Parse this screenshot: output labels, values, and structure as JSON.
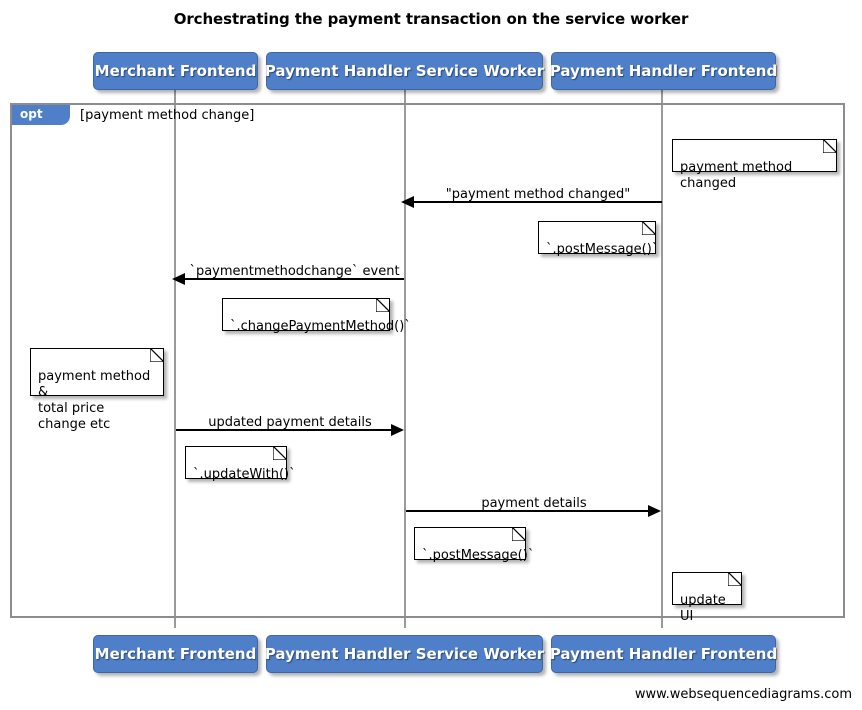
{
  "diagram": {
    "title": "Orchestrating the payment transaction on the service worker",
    "footer": "www.websequencediagrams.com",
    "accent_color": "#4f7fc8",
    "frame_border_color": "#8d8d8d",
    "lifeline_color": "#9a9a9a"
  },
  "actors": [
    {
      "id": "merchant-frontend",
      "label": "Merchant Frontend"
    },
    {
      "id": "payment-handler-service-worker",
      "label": "Payment Handler Service Worker"
    },
    {
      "id": "payment-handler-frontend",
      "label": "Payment Handler Frontend"
    }
  ],
  "fragment": {
    "kind": "opt",
    "condition": "[payment method change]"
  },
  "messages": [
    {
      "id": "msg-payment-method-changed",
      "label": "\"payment method changed\"",
      "from": "payment-handler-frontend",
      "to": "payment-handler-service-worker",
      "direction": "left"
    },
    {
      "id": "msg-paymentmethodchange-event",
      "label": "`paymentmethodchange` event",
      "from": "payment-handler-service-worker",
      "to": "merchant-frontend",
      "direction": "left"
    },
    {
      "id": "msg-updated-payment-details",
      "label": "updated payment details",
      "from": "merchant-frontend",
      "to": "payment-handler-service-worker",
      "direction": "right"
    },
    {
      "id": "msg-payment-details",
      "label": "payment details",
      "from": "payment-handler-service-worker",
      "to": "payment-handler-frontend",
      "direction": "right"
    }
  ],
  "notes": [
    {
      "id": "note-payment-method-changed",
      "text": "payment method changed"
    },
    {
      "id": "note-postmessage-frontend",
      "text": "`.postMessage()`"
    },
    {
      "id": "note-changepaymentmethod",
      "text": "`.changePaymentMethod()`"
    },
    {
      "id": "note-payment-method-total-price",
      "text": "payment method &\ntotal price change etc"
    },
    {
      "id": "note-updatewith",
      "text": "`.updateWith()`"
    },
    {
      "id": "note-postmessage-sw",
      "text": "`.postMessage()`"
    },
    {
      "id": "note-update-ui",
      "text": "update UI"
    }
  ]
}
